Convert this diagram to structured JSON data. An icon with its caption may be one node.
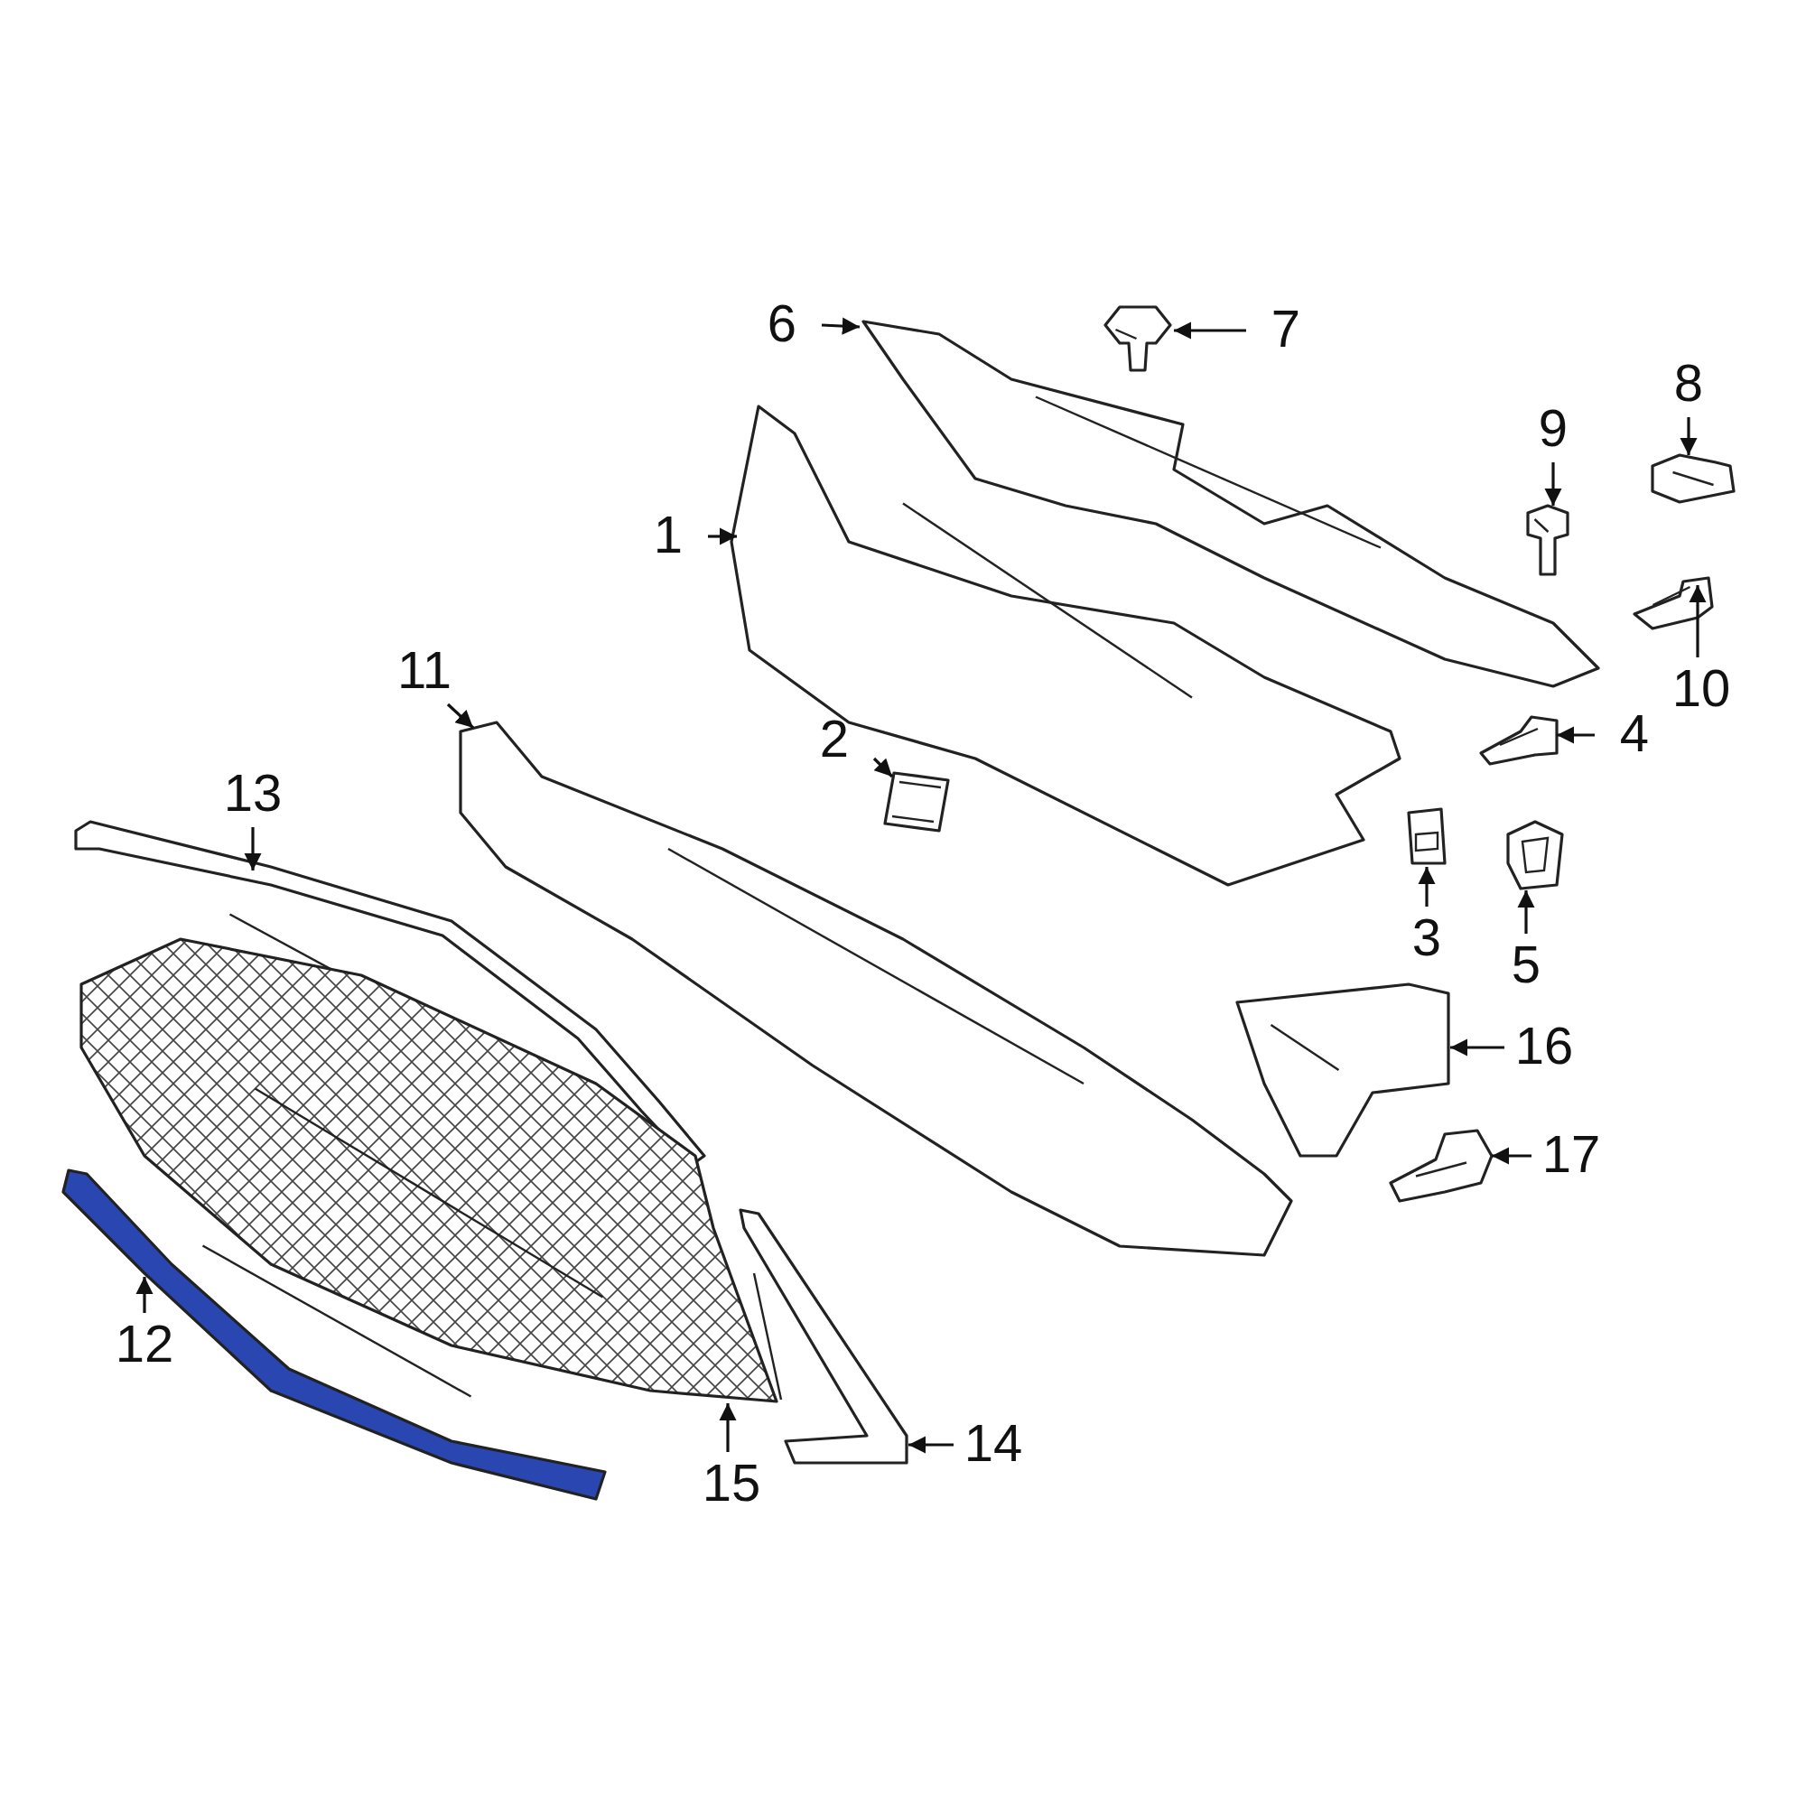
{
  "diagram": {
    "nodes": [
      {
        "text": [
          "6"
        ]
      },
      {
        "text": [
          "7"
        ]
      },
      {
        "text": [
          "8"
        ]
      },
      {
        "text": [
          "9"
        ]
      },
      {
        "text": [
          "1"
        ]
      },
      {
        "text": [
          "10"
        ]
      },
      {
        "text": [
          "11"
        ]
      },
      {
        "text": [
          "2"
        ]
      },
      {
        "text": [
          "4"
        ]
      },
      {
        "text": [
          "13"
        ]
      },
      {
        "text": [
          "3"
        ]
      },
      {
        "text": [
          "5"
        ]
      },
      {
        "text": [
          "16"
        ]
      },
      {
        "text": [
          "17"
        ]
      },
      {
        "text": [
          "12"
        ]
      },
      {
        "text": [
          "15"
        ]
      },
      {
        "text": [
          "14"
        ]
      },
      {
        "text": [],
        "shape": "picture"
      },
      {
        "text": [],
        "shape": "picture"
      },
      {
        "text": [],
        "shape": "picture"
      },
      {
        "text": [],
        "shape": "picture"
      },
      {
        "text": [],
        "shape": "picture"
      },
      {
        "text": [],
        "shape": "picture"
      },
      {
        "text": [],
        "shape": "picture"
      },
      {
        "text": [],
        "shape": "picture"
      },
      {
        "text": [],
        "shape": "picture"
      },
      {
        "text": [],
        "shape": "picture"
      },
      {
        "text": [],
        "shape": "picture"
      },
      {
        "text": [],
        "shape": "picture"
      },
      {
        "text": [],
        "shape": "picture"
      },
      {
        "text": [],
        "shape": "picture"
      },
      {
        "text": [],
        "shape": "picture"
      },
      {
        "text": [],
        "shape": "picture"
      },
      {
        "text": [],
        "shape": "picture"
      }
    ],
    "edges": [
      {
        "from": 0,
        "to": 17,
        "arrow": "to"
      },
      {
        "from": 1,
        "to": 18,
        "arrow": "to"
      },
      {
        "from": 2,
        "to": 19,
        "arrow": "to"
      },
      {
        "from": 3,
        "to": 20,
        "arrow": "to"
      },
      {
        "from": 4,
        "to": 21,
        "arrow": "to"
      },
      {
        "from": 5,
        "to": 22,
        "arrow": "to"
      },
      {
        "from": 6,
        "to": 23,
        "arrow": "to"
      },
      {
        "from": 7,
        "to": 24,
        "arrow": "to"
      },
      {
        "from": 8,
        "to": 25,
        "arrow": "to"
      },
      {
        "from": 9,
        "to": 26,
        "arrow": "to"
      },
      {
        "from": 10,
        "to": 27,
        "arrow": "to"
      },
      {
        "from": 11,
        "to": 28,
        "arrow": "to"
      },
      {
        "from": 12,
        "to": 29,
        "arrow": "to"
      },
      {
        "from": 13,
        "to": 30,
        "arrow": "to"
      },
      {
        "from": 14,
        "to": 31,
        "arrow": "to"
      },
      {
        "from": 15,
        "to": 32,
        "arrow": "to"
      },
      {
        "from": 16,
        "to": 33,
        "arrow": "to"
      }
    ]
  }
}
